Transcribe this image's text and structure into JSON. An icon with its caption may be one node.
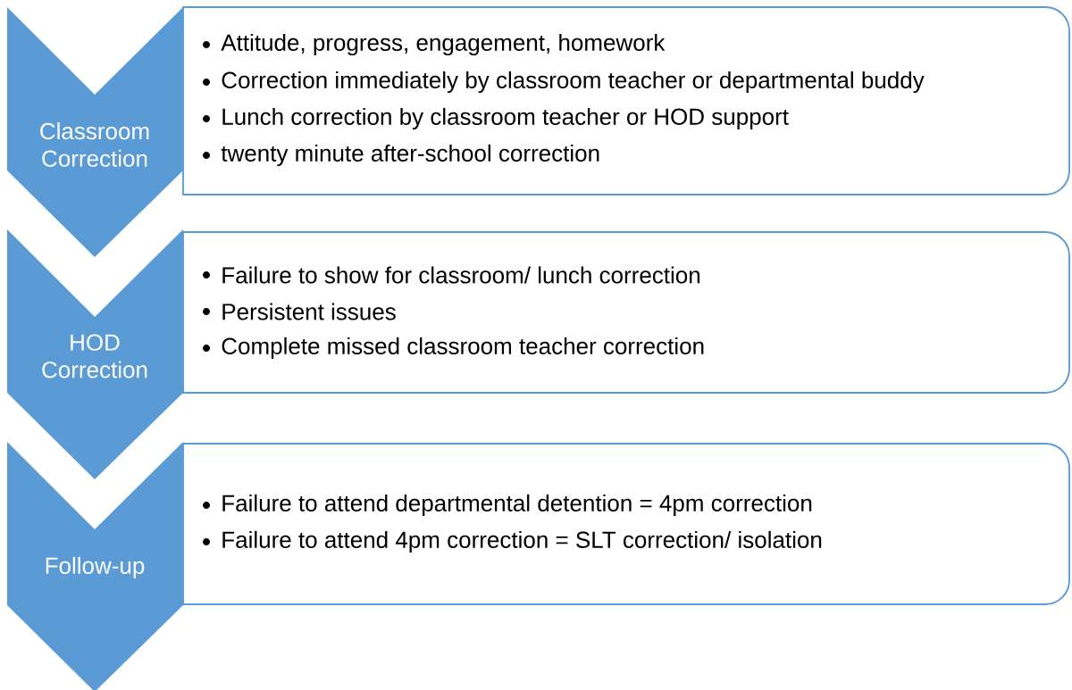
{
  "diagram": {
    "nodes": [
      {
        "text": [
          "Classroom Correction"
        ]
      },
      {
        "text": [
          "Attitude, progress, engagement, homework",
          "Correction immediately by classroom teacher or departmental buddy",
          "Lunch correction by classroom teacher or HOD support",
          "twenty minute after-school correction"
        ]
      },
      {
        "text": [
          "HOD Correction"
        ]
      },
      {
        "text": [
          "Failure to show for classroom/ lunch correction",
          "Persistent issues",
          "Complete missed classroom teacher correction"
        ]
      },
      {
        "text": [
          "Follow-up"
        ]
      },
      {
        "text": [
          "Failure to attend departmental detention = 4pm correction",
          "Failure to attend 4pm correction = SLT correction/ isolation"
        ]
      }
    ]
  }
}
